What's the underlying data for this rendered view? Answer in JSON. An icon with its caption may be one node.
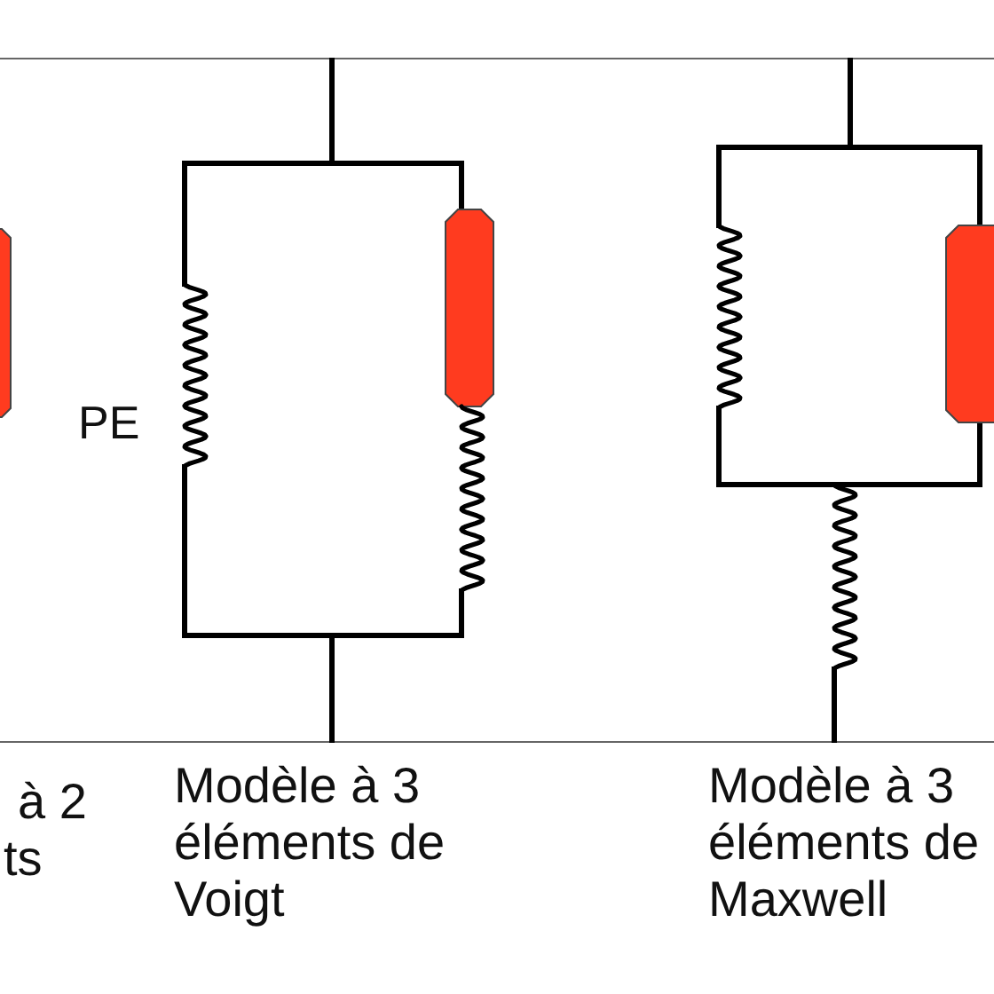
{
  "diagram": {
    "labels": [
      "PE",
      "à 2 ts",
      "Modèle à 3 éléments de Voigt",
      "Modèle à 3 éléments de Maxwell"
    ]
  }
}
